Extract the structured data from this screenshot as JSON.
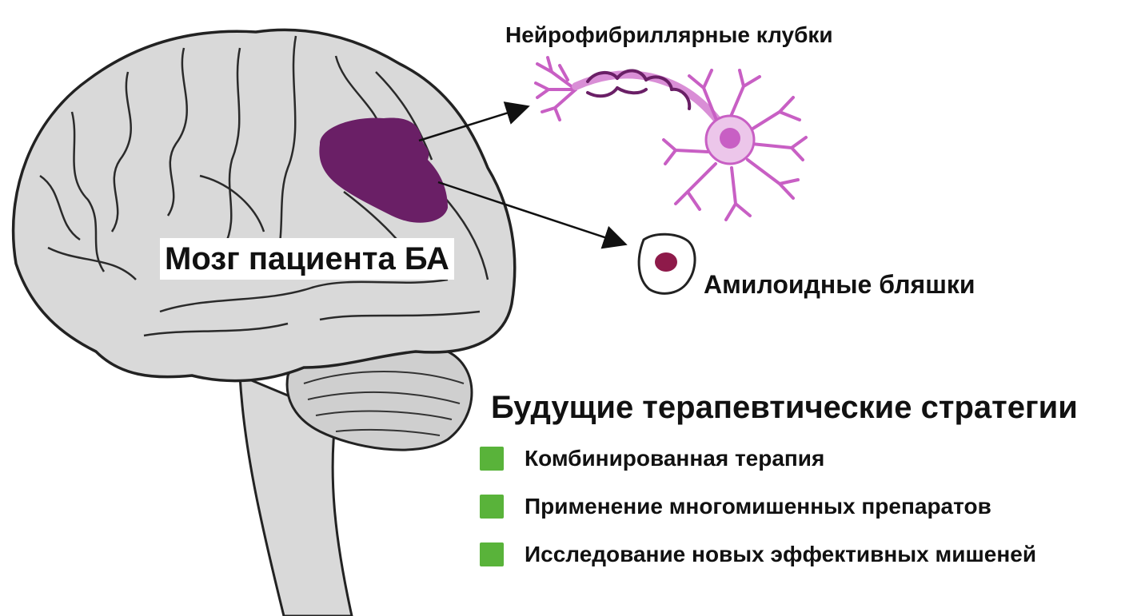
{
  "brain": {
    "label": "Мозг пациента БА",
    "affected_color": "#6a1f66"
  },
  "tangles": {
    "label": "Нейрофибриллярные клубки",
    "neuron_color": "#c85fc4"
  },
  "plaques": {
    "label": "Амилоидные бляшки",
    "core_color": "#8e1a4a"
  },
  "strategies": {
    "title": "Будущие терапевтические стратегии",
    "marker_color": "#59b33a",
    "items": [
      {
        "label": "Комбинированная терапия"
      },
      {
        "label": "Применение многомишенных препаратов"
      },
      {
        "label": "Исследование новых эффективных мишеней"
      }
    ]
  }
}
